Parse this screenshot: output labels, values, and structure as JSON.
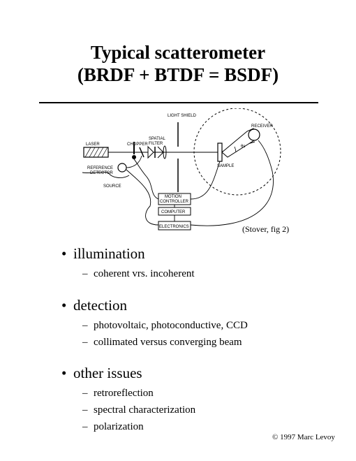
{
  "slide": {
    "title_line1": "Typical scatterometer",
    "title_line2": "(BRDF + BTDF = BSDF)"
  },
  "diagram": {
    "labels": {
      "light_shield": "LIGHT SHIELD",
      "receiver": "RECEIVER",
      "laser": "LASER",
      "chopper": "CHOPPER",
      "spatial": "SPATIAL",
      "filter": "FILTER",
      "theta": "θs",
      "sample": "SAMPLE",
      "reference": "REFERENCE",
      "detector": "DETECTOR",
      "source": "SOURCE",
      "motion": "MOTION",
      "controller": "CONTROLLER",
      "computer": "COMPUTER",
      "electronics": "ELECTRONICS"
    },
    "caption": "(Stover, fig 2)"
  },
  "bullets": [
    {
      "marker": "•",
      "text": "illumination",
      "subs": [
        {
          "marker": "–",
          "text": "coherent vrs. incoherent"
        }
      ]
    },
    {
      "marker": "•",
      "text": "detection",
      "subs": [
        {
          "marker": "–",
          "text": "photovoltaic, photoconductive, CCD"
        },
        {
          "marker": "–",
          "text": "collimated versus converging beam"
        }
      ]
    },
    {
      "marker": "•",
      "text": "other issues",
      "subs": [
        {
          "marker": "–",
          "text": "retroreflection"
        },
        {
          "marker": "–",
          "text": "spectral characterization"
        },
        {
          "marker": "–",
          "text": "polarization"
        }
      ]
    }
  ],
  "footer": {
    "copyright": "© 1997 Marc Levoy"
  }
}
